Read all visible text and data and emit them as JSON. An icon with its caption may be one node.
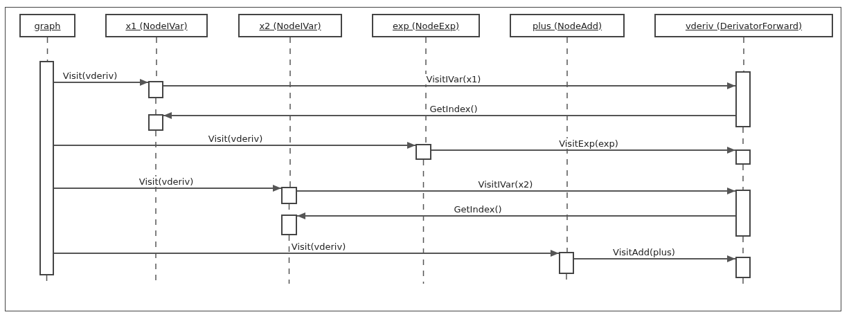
{
  "diagram": {
    "nodes": [
      {
        "text": [
          "graph"
        ]
      },
      {
        "text": [
          "x1 (NodeIVar)"
        ]
      },
      {
        "text": [
          "x2 (NodeIVar)"
        ]
      },
      {
        "text": [
          "exp (NodeExp)"
        ]
      },
      {
        "text": [
          "plus (NodeAdd)"
        ]
      },
      {
        "text": [
          "vderiv (DerivatorForward)"
        ]
      },
      {
        "text": [],
        "shape": "box"
      },
      {
        "text": [],
        "shape": "box"
      },
      {
        "text": [],
        "shape": "box"
      },
      {
        "text": [],
        "shape": "box"
      },
      {
        "text": [],
        "shape": "box"
      },
      {
        "text": [],
        "shape": "box"
      },
      {
        "text": [],
        "shape": "box"
      },
      {
        "text": [],
        "shape": "box"
      },
      {
        "text": [],
        "shape": "box"
      },
      {
        "text": [],
        "shape": "box"
      },
      {
        "text": [],
        "shape": "box"
      }
    ],
    "edges": [
      {
        "from": 6,
        "to": 8,
        "arrow": "to",
        "label": "Visit(vderiv)"
      },
      {
        "from": 8,
        "to": 7,
        "arrow": "to",
        "label": "VisitIVar(x1)"
      },
      {
        "from": 7,
        "to": 9,
        "arrow": "to",
        "label": "GetIndex()"
      },
      {
        "from": 6,
        "to": 10,
        "arrow": "to",
        "label": "Visit(vderiv)"
      },
      {
        "from": 10,
        "to": 11,
        "arrow": "to",
        "label": "VisitExp(exp)"
      },
      {
        "from": 6,
        "to": 12,
        "arrow": "to",
        "label": "Visit(vderiv)"
      },
      {
        "from": 12,
        "to": 13,
        "arrow": "to",
        "label": "VisitIVar(x2)"
      },
      {
        "from": 13,
        "to": 14,
        "arrow": "to",
        "label": "GetIndex()"
      },
      {
        "from": 6,
        "to": 15,
        "arrow": "to",
        "label": "Visit(vderiv)"
      },
      {
        "from": 15,
        "to": 16,
        "arrow": "to",
        "label": "VisitAdd(plus)"
      },
      {
        "from": 0,
        "to": 6,
        "arrow": "none",
        "style": "dashed"
      },
      {
        "from": 6,
        "to": null,
        "arrow": "none",
        "style": "dashed"
      },
      {
        "from": 1,
        "to": 8,
        "arrow": "none",
        "style": "dashed"
      },
      {
        "from": 8,
        "to": 9,
        "arrow": "none",
        "style": "dashed"
      },
      {
        "from": 9,
        "to": null,
        "arrow": "none",
        "style": "dashed"
      },
      {
        "from": 2,
        "to": 12,
        "arrow": "none",
        "style": "dashed"
      },
      {
        "from": 12,
        "to": 14,
        "arrow": "none",
        "style": "dashed"
      },
      {
        "from": 14,
        "to": null,
        "arrow": "none",
        "style": "dashed"
      },
      {
        "from": 3,
        "to": 10,
        "arrow": "none",
        "style": "dashed"
      },
      {
        "from": 10,
        "to": null,
        "arrow": "none",
        "style": "dashed"
      },
      {
        "from": 4,
        "to": 15,
        "arrow": "none",
        "style": "dashed"
      },
      {
        "from": 15,
        "to": null,
        "arrow": "none",
        "style": "dashed"
      },
      {
        "from": 5,
        "to": 7,
        "arrow": "none",
        "style": "dashed"
      },
      {
        "from": 7,
        "to": 11,
        "arrow": "none",
        "style": "dashed"
      },
      {
        "from": 11,
        "to": 13,
        "arrow": "none",
        "style": "dashed"
      },
      {
        "from": 13,
        "to": 16,
        "arrow": "none",
        "style": "dashed"
      },
      {
        "from": 16,
        "to": null,
        "arrow": "none",
        "style": "dashed"
      }
    ]
  }
}
